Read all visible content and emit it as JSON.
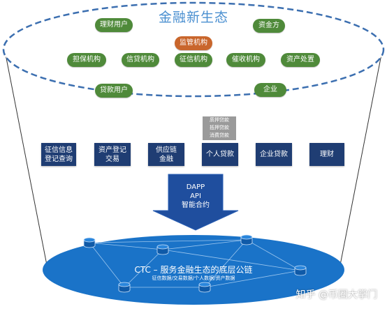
{
  "ecosystem": {
    "title": "金融新生态",
    "participants": {
      "financial_user": "理财用户",
      "capital_provider": "资金方",
      "regulator": "监管机构",
      "guarantor": "担保机构",
      "lender": "信贷机构",
      "credit_bureau": "征信机构",
      "collector": "催收机构",
      "asset_disposal": "资产处置",
      "borrower": "贷款用户",
      "enterprise": "企业"
    }
  },
  "loan_types": [
    "质押贷款",
    "抵押贷款",
    "消费贷款"
  ],
  "services": [
    {
      "line1": "征信信息",
      "line2": "登记查询"
    },
    {
      "line1": "资产登记",
      "line2": "交易"
    },
    {
      "line1": "供应链",
      "line2": "金融"
    },
    {
      "line1": "个人贷款",
      "line2": ""
    },
    {
      "line1": "企业贷款",
      "line2": ""
    },
    {
      "line1": "理财",
      "line2": ""
    }
  ],
  "arrow": {
    "line1": "DAPP",
    "line2": "API",
    "line3": "智能合约"
  },
  "chain": {
    "title": "CTC – 服务金融生态的底层公链",
    "subtitle": "征信数据/交易数据/个人数据/资产数据"
  },
  "watermark": "知乎 @币圈大掌门",
  "colors": {
    "pill_green": "#4f8a3a",
    "pill_orange": "#c9662c",
    "service_navy": "#1f3d73",
    "arrow_blue": "#1f4e9e",
    "chain_ellipse": "#1a73c8",
    "dashed_ellipse": "#3c6fb0",
    "title_blue": "#4a8fd0"
  }
}
